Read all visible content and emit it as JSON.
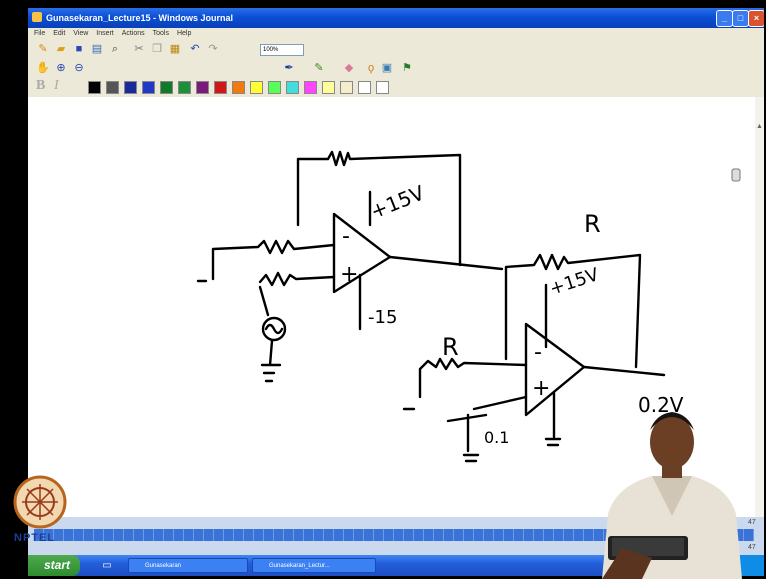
{
  "window": {
    "title": "Gunasekaran_Lecture15 - Windows Journal"
  },
  "menu": [
    "File",
    "Edit",
    "View",
    "Insert",
    "Actions",
    "Tools",
    "Help"
  ],
  "toolbar": {
    "zoom": "100%"
  },
  "format": {
    "bold": "B",
    "italic": "I"
  },
  "palette": [
    "#000000",
    "#555555",
    "#1a2a9c",
    "#2238c6",
    "#0f7a2a",
    "#1c8f3a",
    "#7a1a7a",
    "#d01818",
    "#f07a10",
    "#ffff33",
    "#55ff55",
    "#44dddd",
    "#ff44ff",
    "#ffff99",
    "#f4eecc",
    "#ffffff",
    "#ffffff"
  ],
  "whiteboard": {
    "label_r_top": "R",
    "label_r_left": "R",
    "opamp1_supply_pos": "+15V",
    "opamp1_supply_neg": "-15",
    "opamp1_minus": "-",
    "opamp1_plus": "+",
    "opamp2_supply_pos": "+15V",
    "opamp2_minus": "-",
    "opamp2_plus": "+",
    "input_voltage": "0.1",
    "output_voltage": "0.2V"
  },
  "pages": {
    "top": "47",
    "bottom": "47"
  },
  "taskbar": {
    "start": "start",
    "tasks": [
      "Gunasekaran",
      "Gunasekaran_Lectur..."
    ]
  },
  "watermark": "NPTEL"
}
